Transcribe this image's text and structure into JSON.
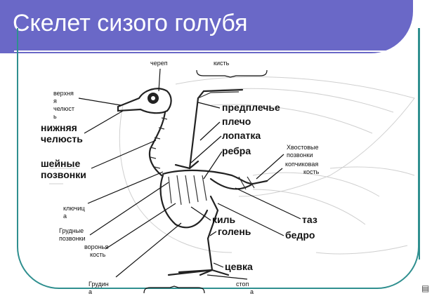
{
  "slide": {
    "title": "Скелет сизого голубя"
  },
  "labels": {
    "skull": "череп",
    "hand": "кисть",
    "upper_jaw": [
      "верхня",
      "я",
      "челюст",
      "ь"
    ],
    "lower_jaw": [
      "нижняя",
      "челюсть"
    ],
    "cervical_vertebrae": [
      "шейные",
      "позвонки"
    ],
    "clavicle": [
      "ключиц",
      "а"
    ],
    "thoracic_vertebrae": [
      "Грудные",
      "позвонки"
    ],
    "coracoid": [
      "воронья",
      "кость"
    ],
    "sternum": [
      "Грудин",
      "а"
    ],
    "forearm": "предплечье",
    "humerus": "плечо",
    "scapula": "лопатка",
    "ribs": "ребра",
    "caudal_vertebrae": [
      "Хвостовые",
      "позвонки"
    ],
    "pygostyle": [
      "копчиковая",
      "кость"
    ],
    "pelvis": "таз",
    "keel": "киль",
    "tibia": "голень",
    "femur": "бедро",
    "tarsus": "цевка",
    "foot": [
      "стоп",
      "а"
    ]
  },
  "colors": {
    "header": "#6a68c7",
    "frame": "#2f8f8f"
  },
  "icons": {
    "corner": "document-icon"
  }
}
